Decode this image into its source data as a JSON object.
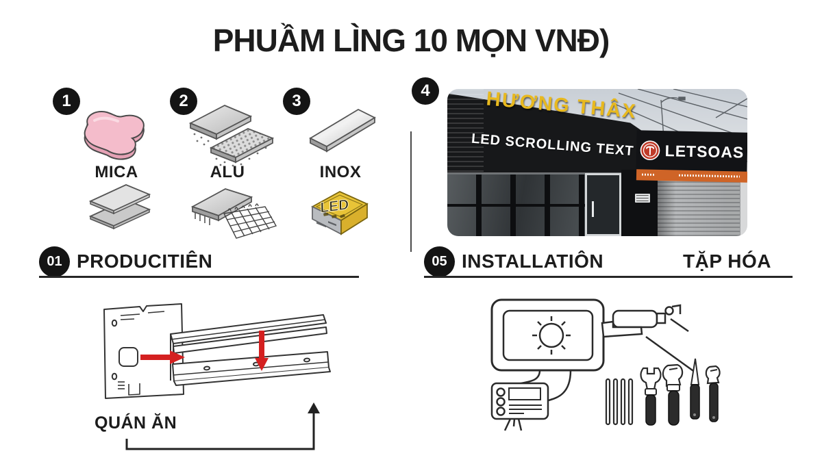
{
  "title": "PHUẦM LÌNG 10 MỌN VNĐ)",
  "materials": {
    "items": [
      {
        "number": "1",
        "label": "MICA"
      },
      {
        "number": "2",
        "label": "ALU"
      },
      {
        "number": "3",
        "label": "INOX"
      }
    ],
    "led_label": "LED"
  },
  "photo": {
    "number": "4",
    "sign_top": "HƯƠNG THÂX",
    "sign_main": "LED SCROLLING TEXT",
    "brand": "LETSOAS"
  },
  "sections": {
    "production": {
      "number": "01",
      "label": "PRODUCITIÊN"
    },
    "installation": {
      "number": "05",
      "label": "INSTALLATIÔN",
      "right_label": "TẶP HÓA"
    }
  },
  "diagram": {
    "caption": "QUÁN ĂN"
  },
  "colors": {
    "accent_red": "#d42020",
    "badge_black": "#141414",
    "sign_yellow": "#e8b91f",
    "brand_red": "#bf3a28",
    "strip_orange": "#cf6427",
    "mica_pink": "#f3bac8",
    "led_gold": "#e4c238"
  }
}
